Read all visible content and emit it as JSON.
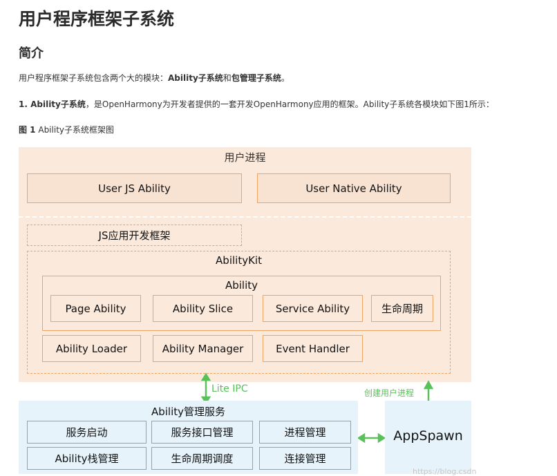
{
  "heading": "用户程序框架子系统",
  "section": "简介",
  "intro": {
    "prefix": "用户程序框架子系统包含两个大的模块：",
    "module1": "Ability子系统",
    "and": "和",
    "module2": "包管理子系统",
    "end": "。"
  },
  "point1": {
    "lead": "1. Ability子系统",
    "text": "，是OpenHarmony为开发者提供的一套开发OpenHarmony应用的框架。Ability子系统各模块如下图1所示："
  },
  "figure": {
    "label": "图 1",
    "caption": "Ability子系统框架图"
  },
  "diagram": {
    "user_process": "用户进程",
    "user_js_ability": "User JS Ability",
    "user_native_ability": "User Native Ability",
    "js_framework": "JS应用开发框架",
    "abilitykit": "AbilityKit",
    "ability": "Ability",
    "page_ability": "Page Ability",
    "ability_slice": "Ability Slice",
    "service_ability": "Service Ability",
    "lifecycle": "生命周期",
    "ability_loader": "Ability Loader",
    "ability_manager": "Ability Manager",
    "event_handler": "Event Handler",
    "lite_ipc": "Lite IPC",
    "create_process": "创建用户进程",
    "ability_service": "Ability管理服务",
    "svc_start": "服务启动",
    "svc_interface": "服务接口管理",
    "svc_process": "进程管理",
    "svc_stack": "Ability栈管理",
    "svc_lifecycle": "生命周期调度",
    "svc_connect": "连接管理",
    "appspawn": "AppSpawn"
  },
  "colors": {
    "orange_border": "#eea363",
    "orange_fill": "#fbe9dc",
    "blue_border": "#5ab3e5",
    "blue_fill": "#e6f3fb",
    "arrow_green": "#5ac05a"
  },
  "watermark": "https://blog.csdn"
}
